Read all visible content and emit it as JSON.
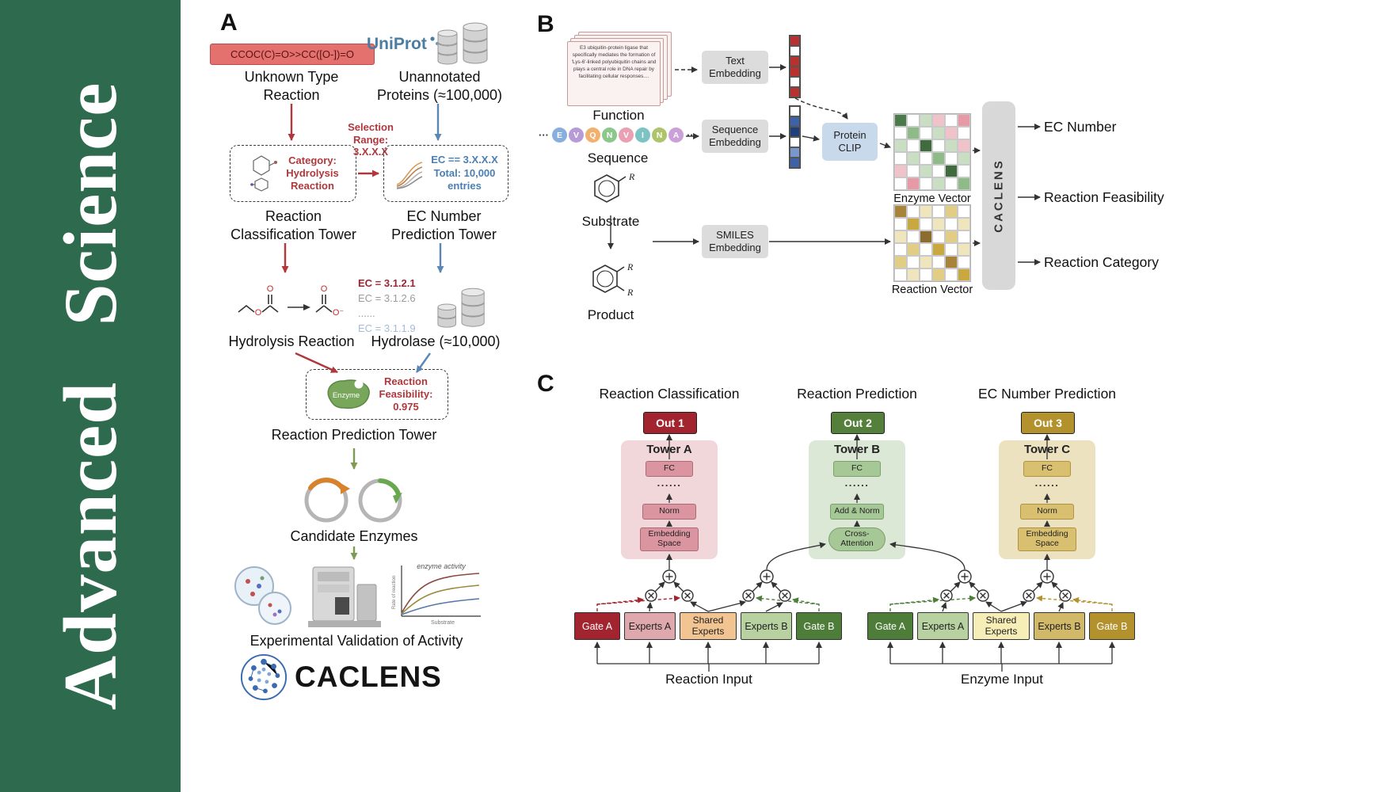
{
  "journal": {
    "name": "Advanced Science",
    "bg_color": "#2e6b4e"
  },
  "colors": {
    "red_arrow": "#b0383c",
    "blue_arrow": "#5b87b5",
    "green_arrow": "#7d9b52",
    "uniprot_blue": "#4a7da0",
    "logo_blue": "#3a6ab0"
  },
  "panel_a": {
    "label": "A",
    "smiles": "CCOC(C)=O>>CC([O-])=O",
    "unknown_reaction": "Unknown Type\nReaction",
    "uniprot": "UniProt",
    "unannotated": "Unannotated\nProteins (≈100,000)",
    "category_box": "Category:\nHydrolysis\nReaction",
    "selection_range": "Selection\nRange:\n3.X.X.X",
    "ec_box": "EC == 3.X.X.X\nTotal: 10,000\nentries",
    "classification_tower": "Reaction\nClassification Tower",
    "ec_tower": "EC Number\nPrediction Tower",
    "hydrolysis": "Hydrolysis Reaction",
    "ec_list": [
      {
        "text": "EC = 3.1.2.1",
        "color": "#9c2433"
      },
      {
        "text": "EC = 3.1.2.6",
        "color": "#9b9b9b"
      },
      {
        "text": "......",
        "color": "#9b9b9b"
      },
      {
        "text": "EC = 3.1.1.9",
        "color": "#a3bcd9"
      }
    ],
    "hydrolase": "Hydrolase (≈10,000)",
    "enzyme_label": "Enzyme",
    "feasibility": "Reaction\nFeasibility:\n0.975",
    "prediction_tower": "Reaction Prediction Tower",
    "candidates": "Candidate Enzymes",
    "plot": {
      "title": "enzyme activity",
      "xlabel": "Substrate",
      "ylabel": "Rate of reaction"
    },
    "atoms": {
      "o": "O",
      "o_minus": "O⁻"
    },
    "validation": "Experimental Validation of Activity",
    "brand": "CACLENS"
  },
  "panel_b": {
    "label": "B",
    "function_text": "E3 ubiquitin-protein ligase that specifically mediates the formation of 'Lys-6'-linked polyubiquitin chains and plays a central role in DNA repair by facilitating cellular responses....",
    "function_label": "Function",
    "text_embedding": "Text\nEmbedding",
    "sequence_embedding": "Sequence\nEmbedding",
    "smiles_embedding": "SMILES\nEmbedding",
    "protein_clip": "Protein\nCLIP",
    "sequence_label": "Sequence",
    "substrate_label": "Substrate",
    "product_label": "Product",
    "r_label": "R",
    "ellipsis": "···",
    "sequence_letters": [
      {
        "ch": "E",
        "color": "#88aede"
      },
      {
        "ch": "V",
        "color": "#b79bd6"
      },
      {
        "ch": "Q",
        "color": "#f2b06e"
      },
      {
        "ch": "N",
        "color": "#8cc78c"
      },
      {
        "ch": "V",
        "color": "#ea9fb3"
      },
      {
        "ch": "I",
        "color": "#7cc3c3"
      },
      {
        "ch": "N",
        "color": "#aec468"
      },
      {
        "ch": "A",
        "color": "#cba0d8"
      }
    ],
    "text_vector": [
      "#b8312f",
      "#ffffff",
      "#b8312f",
      "#b8312f",
      "#ffffff",
      "#b8312f"
    ],
    "sequence_vector": [
      "#ffffff",
      "#3d62a8",
      "#1f3f7a",
      "#ffffff",
      "#7b96cc",
      "#3d62a8"
    ],
    "enzyme_vector_label": "Enzyme Vector",
    "reaction_vector_label": "Reaction Vector",
    "enzyme_vector_grid": [
      [
        "#4a7a4a",
        "#ffffff",
        "#c9dec2",
        "#f0c3ca",
        "#ffffff",
        "#e79aa6"
      ],
      [
        "#ffffff",
        "#8fbb88",
        "#ffffff",
        "#c9dec2",
        "#f0c3ca",
        "#ffffff"
      ],
      [
        "#c9dec2",
        "#ffffff",
        "#3f6b3f",
        "#ffffff",
        "#c9dec2",
        "#f0c3ca"
      ],
      [
        "#ffffff",
        "#c9dec2",
        "#ffffff",
        "#8fbb88",
        "#ffffff",
        "#c9dec2"
      ],
      [
        "#f0c3ca",
        "#ffffff",
        "#c9dec2",
        "#ffffff",
        "#3f6b3f",
        "#ffffff"
      ],
      [
        "#ffffff",
        "#e79aa6",
        "#ffffff",
        "#c9dec2",
        "#ffffff",
        "#8fbb88"
      ]
    ],
    "reaction_vector_grid": [
      [
        "#a8843a",
        "#ffffff",
        "#f0e6bd",
        "#ffffff",
        "#e2cd84",
        "#ffffff"
      ],
      [
        "#ffffff",
        "#c9a93f",
        "#ffffff",
        "#f0e6bd",
        "#ffffff",
        "#f0e6bd"
      ],
      [
        "#f0e6bd",
        "#ffffff",
        "#8a6d2f",
        "#ffffff",
        "#e2cd84",
        "#ffffff"
      ],
      [
        "#ffffff",
        "#e2cd84",
        "#ffffff",
        "#c9a93f",
        "#ffffff",
        "#f0e6bd"
      ],
      [
        "#e2cd84",
        "#ffffff",
        "#f0e6bd",
        "#ffffff",
        "#a8843a",
        "#ffffff"
      ],
      [
        "#ffffff",
        "#f0e6bd",
        "#ffffff",
        "#e2cd84",
        "#ffffff",
        "#c9a93f"
      ]
    ],
    "caclens": "CACLENS",
    "outputs": [
      "EC Number",
      "Reaction Feasibility",
      "Reaction Category"
    ]
  },
  "panel_c": {
    "label": "C",
    "column_titles": [
      "Reaction Classification",
      "Reaction Prediction",
      "EC Number Prediction"
    ],
    "outs": [
      {
        "label": "Out 1",
        "bg": "#a2242f"
      },
      {
        "label": "Out 2",
        "bg": "#55803c"
      },
      {
        "label": "Out 3",
        "bg": "#b3922e"
      }
    ],
    "towers": [
      {
        "name": "Tower A",
        "fc": "FC",
        "dots": "......",
        "norm": "Norm",
        "bottom": "Embedding\nSpace",
        "panel_bg": "#f1d6da",
        "box_bg": "#db95a0",
        "box_border": "#a96b75"
      },
      {
        "name": "Tower B",
        "fc": "FC",
        "dots": "......",
        "norm": "Add & Norm",
        "bottom": "Cross-\nAttention",
        "panel_bg": "#dce8d6",
        "box_bg": "#a6c796",
        "box_border": "#7d9e6d"
      },
      {
        "name": "Tower C",
        "fc": "FC",
        "dots": "......",
        "norm": "Norm",
        "bottom": "Embedding\nSpace",
        "panel_bg": "#ede2bf",
        "box_bg": "#d9c070",
        "box_border": "#ad9342"
      }
    ],
    "experts_left": [
      {
        "label": "Gate A",
        "bg": "#a2242f",
        "fg": "#ffffff"
      },
      {
        "label": "Experts A",
        "bg": "#dfa8ad",
        "fg": "#222222"
      },
      {
        "label": "Shared\nExperts",
        "bg": "#f2c492",
        "fg": "#222222"
      },
      {
        "label": "Experts B",
        "bg": "#b7d1a0",
        "fg": "#222222"
      },
      {
        "label": "Gate B",
        "bg": "#4e7d3a",
        "fg": "#ffffff"
      }
    ],
    "experts_right": [
      {
        "label": "Gate A",
        "bg": "#4e7d3a",
        "fg": "#ffffff"
      },
      {
        "label": "Experts A",
        "bg": "#b7d1a0",
        "fg": "#222222"
      },
      {
        "label": "Shared\nExperts",
        "bg": "#f6eeb6",
        "fg": "#222222"
      },
      {
        "label": "Experts B",
        "bg": "#d2b96a",
        "fg": "#222222"
      },
      {
        "label": "Gate B",
        "bg": "#b3922e",
        "fg": "#ffffff"
      }
    ],
    "reaction_input": "Reaction Input",
    "enzyme_input": "Enzyme Input"
  }
}
